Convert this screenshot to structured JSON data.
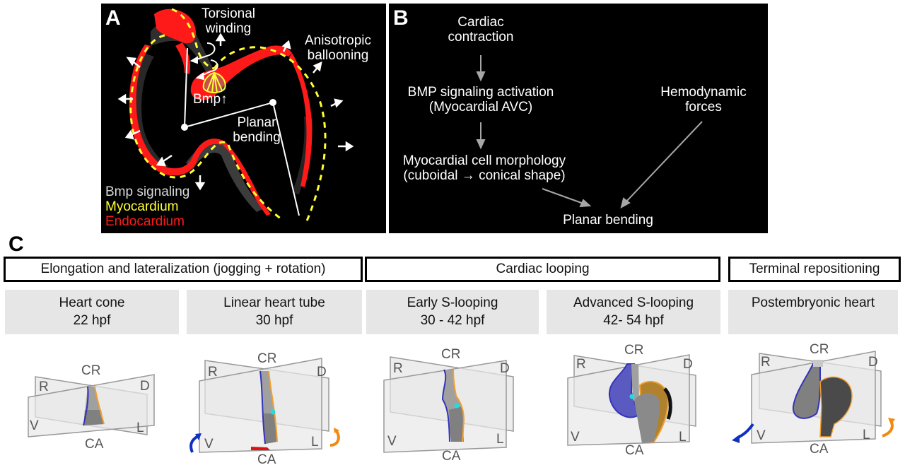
{
  "panel_a": {
    "label": "A",
    "annotations": {
      "torsional": [
        "Torsional",
        "winding"
      ],
      "anisotropic": [
        "Anisotropic",
        "ballooning"
      ],
      "planar": [
        "Planar",
        "bending"
      ],
      "bmp": "Bmp↑"
    },
    "legend": [
      {
        "text": "Bmp signaling",
        "color": "#d9d9d9"
      },
      {
        "text": "Myocardium",
        "color": "#ffff33"
      },
      {
        "text": "Endocardium",
        "color": "#ff1a1a"
      }
    ],
    "colors": {
      "endocardium": "#ff1a1a",
      "myocardium_outline": "#ffff33",
      "bmp": "#cfcfcf"
    }
  },
  "panel_b": {
    "label": "B",
    "nodes": {
      "contraction": [
        "Cardiac",
        "contraction"
      ],
      "bmp": [
        "BMP signaling activation",
        "(Myocardial AVC)"
      ],
      "morphology": [
        "Myocardial cell morphology",
        "(cuboidal → conical shape)"
      ],
      "hemodynamic": [
        "Hemodynamic",
        "forces"
      ],
      "planar": "Planar bending"
    },
    "arrow_color": "#a6a6a6"
  },
  "panel_c": {
    "label": "C",
    "sections": [
      {
        "title": "Elongation and lateralization (jogging + rotation)"
      },
      {
        "title": "Cardiac looping"
      },
      {
        "title": "Terminal repositioning"
      }
    ],
    "stages": [
      {
        "name": "Heart cone",
        "time": "22 hpf"
      },
      {
        "name": "Linear heart tube",
        "time": "30 hpf"
      },
      {
        "name": "Early S-looping",
        "time": "30 - 42 hpf"
      },
      {
        "name": "Advanced S-looping",
        "time": "42- 54 hpf"
      },
      {
        "name": "Postembryonic heart",
        "time": ""
      }
    ],
    "axis_labels": {
      "top": "CR",
      "bottom": "CA",
      "left_top": "R",
      "left_bottom": "V",
      "right_top": "D",
      "right_bottom": "L"
    },
    "colors": {
      "left_edge": "#3333bb",
      "right_edge": "#f0a030",
      "avc_marker": "#22dddd",
      "rotation_left": "#1030c0",
      "rotation_right": "#f08a10",
      "jog_arrow": "#e01010"
    }
  }
}
